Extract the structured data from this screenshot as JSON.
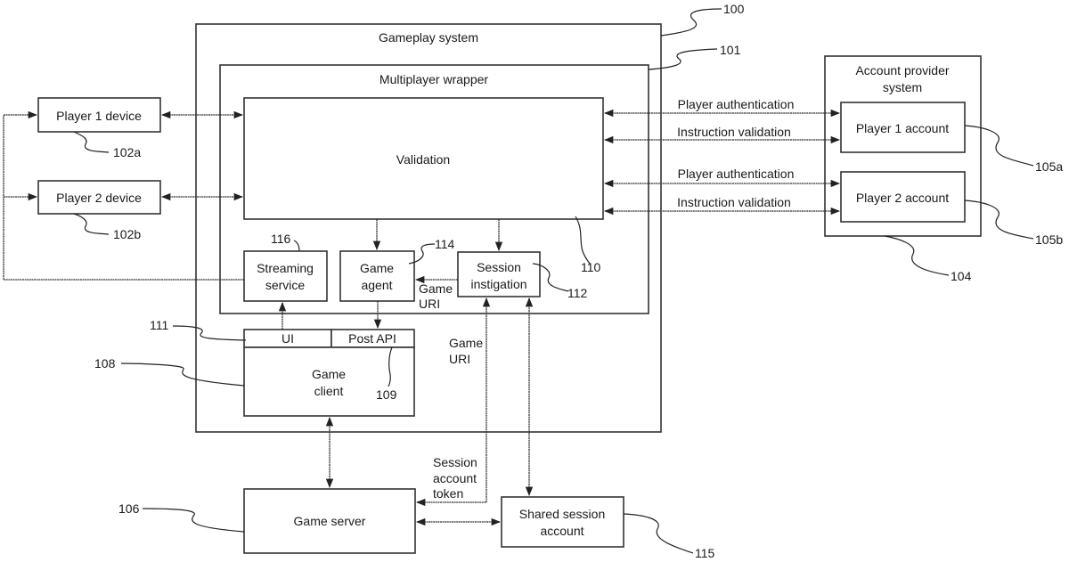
{
  "diagram": {
    "boxes": {
      "gameplay_system": {
        "label": "Gameplay system",
        "ref": "100"
      },
      "multiplayer_wrapper": {
        "label": "Multiplayer wrapper",
        "ref": "101"
      },
      "validation": {
        "label": "Validation",
        "ref": "110"
      },
      "player1_device": {
        "label": "Player 1 device",
        "ref": "102a"
      },
      "player2_device": {
        "label": "Player 2 device",
        "ref": "102b"
      },
      "account_provider": {
        "label_line1": "Account provider",
        "label_line2": "system",
        "ref": "104"
      },
      "player1_account": {
        "label": "Player 1 account",
        "ref": "105a"
      },
      "player2_account": {
        "label": "Player 2 account",
        "ref": "105b"
      },
      "streaming_service": {
        "label_line1": "Streaming",
        "label_line2": "service",
        "ref": "116"
      },
      "game_agent": {
        "label_line1": "Game",
        "label_line2": "agent",
        "ref": "114"
      },
      "session_instigation": {
        "label_line1": "Session",
        "label_line2": "instigation",
        "ref": "112"
      },
      "ui": {
        "label": "UI",
        "ref": "111"
      },
      "post_api": {
        "label": "Post API",
        "ref": "109"
      },
      "game_client": {
        "label_line1": "Game",
        "label_line2": "client",
        "ref": "108"
      },
      "game_server": {
        "label": "Game server",
        "ref": "106"
      },
      "shared_session_account": {
        "label_line1": "Shared session",
        "label_line2": "account",
        "ref": "115"
      }
    },
    "edge_labels": {
      "p1_auth": "Player authentication",
      "p1_instr": "Instruction validation",
      "p2_auth": "Player authentication",
      "p2_instr": "Instruction validation",
      "game_uri_1_line1": "Game",
      "game_uri_1_line2": "URI",
      "game_uri_2_line1": "Game",
      "game_uri_2_line2": "URI",
      "session_token_line1": "Session",
      "session_token_line2": "account",
      "session_token_line3": "token"
    }
  }
}
